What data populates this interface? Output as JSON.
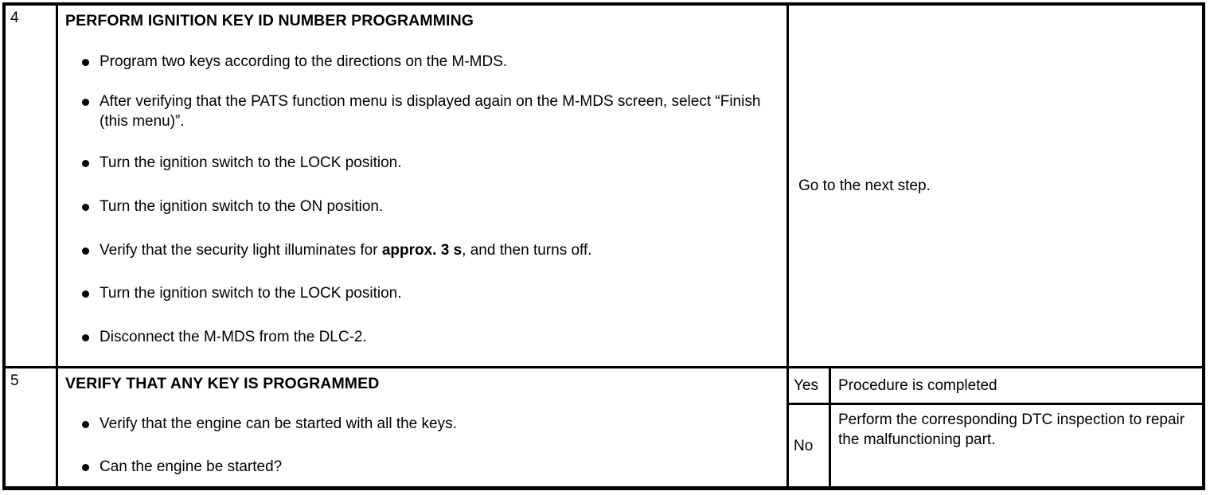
{
  "table": {
    "rows": [
      {
        "number": "4",
        "title": "PERFORM IGNITION KEY ID NUMBER PROGRAMMING",
        "bullets": [
          {
            "text": "Program two keys according to the directions on the M-MDS."
          },
          {
            "text": "After verifying that the PATS function menu is displayed again on the M-MDS screen, select “Finish (this menu)”."
          },
          {
            "text": "Turn the ignition switch to the LOCK position."
          },
          {
            "text": "Turn the ignition switch to the ON position."
          },
          {
            "text_before": "Verify that the security light illuminates for ",
            "text_bold": "approx. 3 s",
            "text_after": ", and then turns off."
          },
          {
            "text": "Turn the ignition switch to the LOCK position."
          },
          {
            "text": "Disconnect the M-MDS from the DLC-2."
          }
        ],
        "action": "Go to the next step."
      },
      {
        "number": "5",
        "title": "VERIFY THAT ANY KEY IS PROGRAMMED",
        "bullets": [
          {
            "text": "Verify that the engine can be started with all the keys."
          },
          {
            "text": "Can the engine be started?"
          }
        ],
        "answers": [
          {
            "label": "Yes",
            "action": "Procedure is completed"
          },
          {
            "label": "No",
            "action": "Perform the corresponding DTC inspection to repair the malfunctioning part."
          }
        ]
      }
    ]
  }
}
